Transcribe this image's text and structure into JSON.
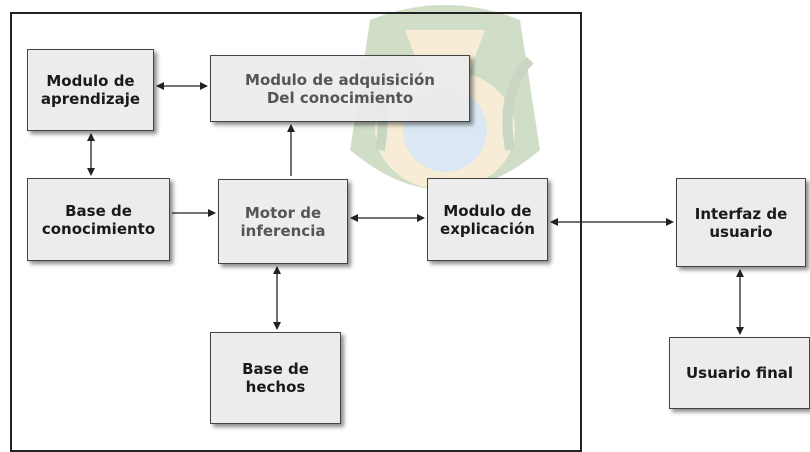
{
  "boxes": {
    "aprendizaje": "Modulo de\naprendizaje",
    "adquisicion": "Modulo de adquisición\nDel conocimiento",
    "base_conocimiento": "Base de\nconocimiento",
    "motor": "Motor de\ninferencia",
    "explicacion": "Modulo de\nexplicación",
    "base_hechos": "Base de\nhechos",
    "interfaz": "Interfaz de\nusuario",
    "usuario_final": "Usuario final"
  },
  "colors": {
    "box_fill": "#ececec",
    "arrow": "#222222",
    "emblem_green": "#5b8a3a",
    "emblem_gold": "#e3c070"
  }
}
